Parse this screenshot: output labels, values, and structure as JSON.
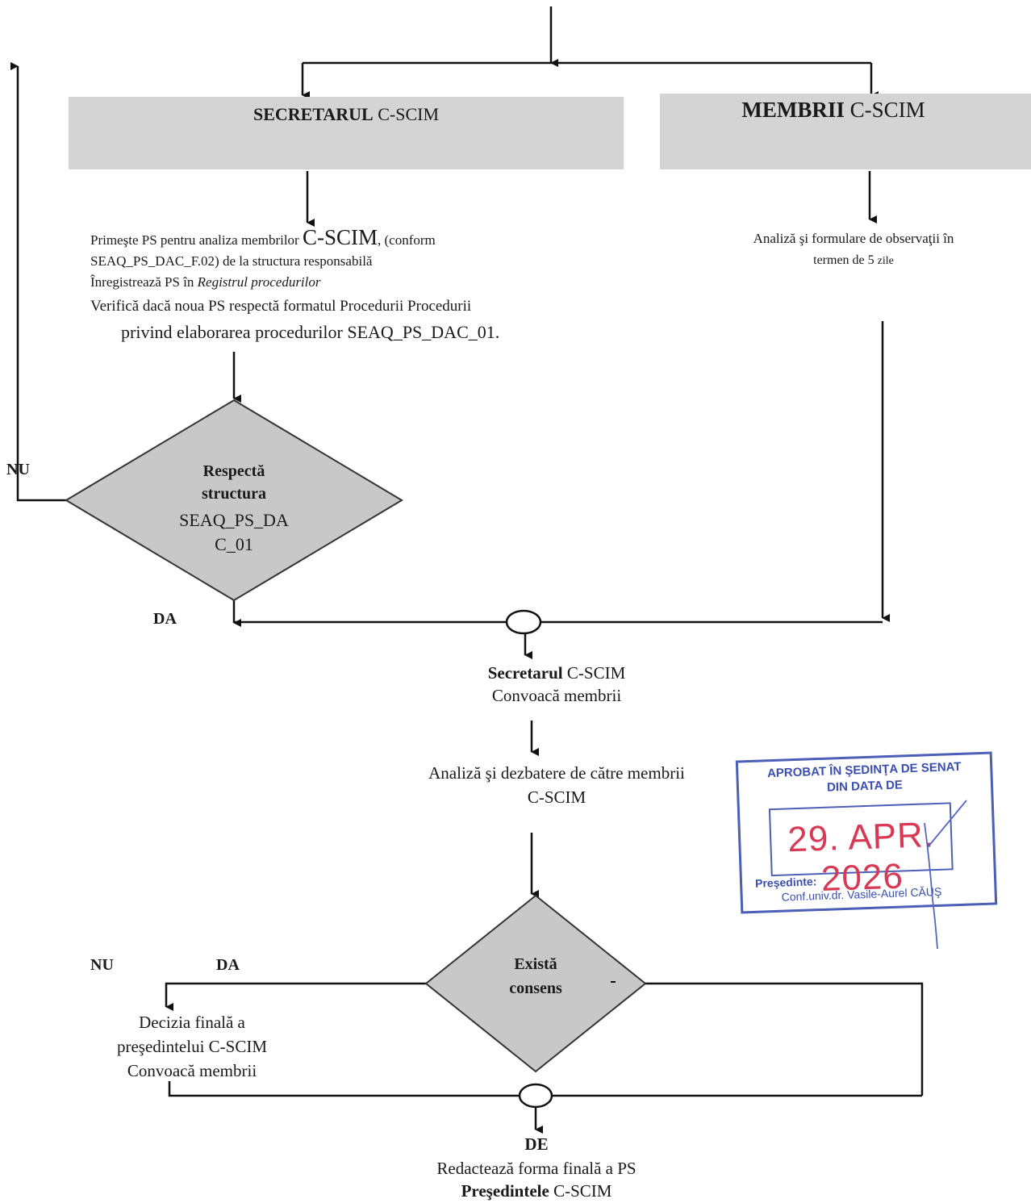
{
  "boxes": {
    "secretary": {
      "bold": "SECRETARUL",
      "rest": " C-SCIM"
    },
    "members": {
      "bold": "MEMBRII",
      "rest": " C-SCIM"
    }
  },
  "secretary_steps": {
    "line1_a": "Primeşte PS pentru analiza membrilor ",
    "line1_b": "C-SCIM",
    "line1_c": ", (conform",
    "line2": "SEAQ_PS_DAC_F.02) de la structura responsabilă",
    "line3_a": "Înregistrează PS în ",
    "line3_b": "Registrul procedurilor",
    "line4": "Verifică dacă noua PS respectă formatul Procedurii Procedurii",
    "line5": "privind elaborarea procedurilor SEAQ_PS_DAC_01."
  },
  "members_steps": {
    "line1": "Analiză şi formulare de observaţii în",
    "line2_a": "termen de 5 ",
    "line2_b": "zile"
  },
  "decision1": {
    "line1": "Respectă",
    "line2": "structura",
    "line3": "SEAQ_PS_DA",
    "line4": "C_01"
  },
  "labels": {
    "nu1": "NU",
    "da1": "DA",
    "nu2": "NU",
    "da2": "DA",
    "de": "DE"
  },
  "convene": {
    "line1_bold": "Secretarul",
    "line1_rest": " C-SCIM",
    "line2": "Convoacă membrii"
  },
  "analysis": {
    "line1": "Analiză şi dezbatere de către membrii",
    "line2": "C-SCIM"
  },
  "decision2": {
    "line1": "Există",
    "line2": "consens"
  },
  "final_decision": {
    "line1": "Decizia finală a",
    "line2": "preşedintelui C-SCIM",
    "line3": "Convoacă membrii"
  },
  "final": {
    "line1": "Redactează forma finală a PS",
    "line2_bold": "Preşedintele",
    "line2_rest": " C-SCIM"
  },
  "stamp": {
    "line1": "APROBAT ÎN ŞEDINŢA DE SENAT",
    "line2": "DIN DATA DE",
    "date": "29. APR. 2026",
    "line3": "Preşedinte:",
    "line4": "Conf.univ.dr. Vasile-Aurel CĂUŞ"
  }
}
